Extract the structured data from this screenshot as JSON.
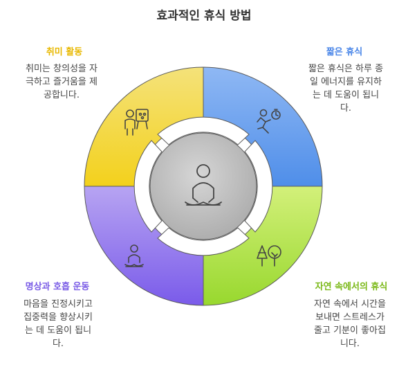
{
  "title": "효과적인 휴식 방법",
  "segments": {
    "hobby": {
      "label": "취미 활동",
      "desc": "취미는 창의성을 자\n극하고 즐거움을 제\n공합니다.",
      "color": "#f2d22e",
      "label_color": "#e8b800",
      "icon": "easel-person-icon"
    },
    "short_break": {
      "label": "짧은 휴식",
      "desc": "짧은 휴식은 하루 종\n일 에너지를 유지하\n는 데 도움이 됩니\n다.",
      "color": "#5b95ef",
      "label_color": "#4a86e8",
      "icon": "running-person-stopwatch-icon"
    },
    "meditation": {
      "label": "명상과 호흡 운동",
      "desc": "마음을 진정시키고\n집중력을 향상시키\n는 데 도움이 됩니\n다.",
      "color": "#8b6fed",
      "label_color": "#7a5ce6",
      "icon": "meditating-person-icon"
    },
    "nature": {
      "label": "자연 속에서의 휴식",
      "desc": "자연 속에서 시간을\n보내면 스트레스가\n줄고 기분이 좋아집\n니다.",
      "color": "#a6e03c",
      "label_color": "#7ab817",
      "icon": "trees-icon"
    }
  },
  "center": {
    "icon": "meditating-person-icon",
    "color": "#bdbdbd"
  }
}
